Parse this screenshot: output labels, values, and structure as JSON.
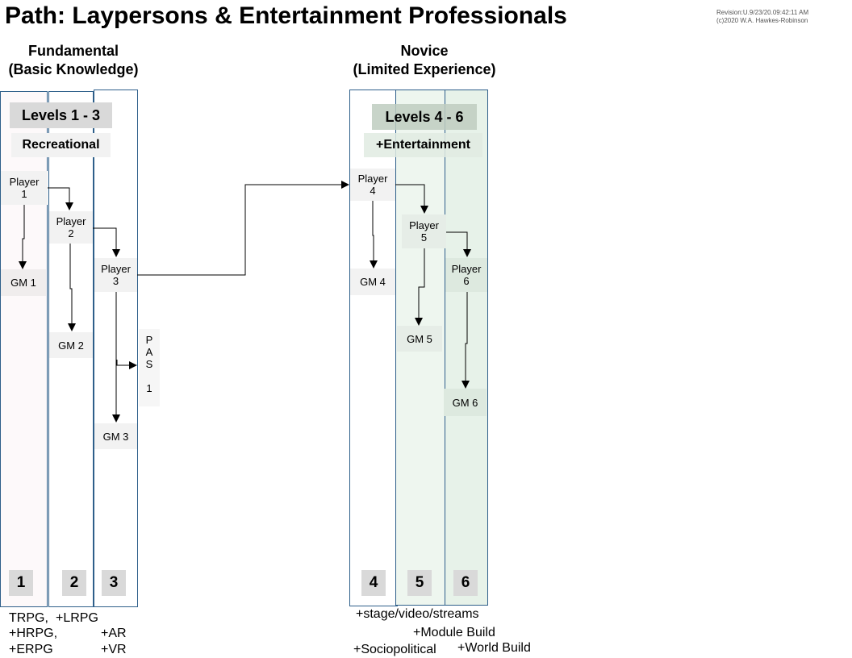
{
  "title": "Path: Laypersons & Entertainment Professionals",
  "revision": "Revision:U.9/23/20.09:42:11 AM",
  "copyright": "(c)2020 W.A. Hawkes-Robinson",
  "stages": {
    "fundamental": {
      "line1": "Fundamental",
      "line2": "(Basic Knowledge)"
    },
    "novice": {
      "line1": "Novice",
      "line2": "(Limited Experience)"
    }
  },
  "levels_1_3": {
    "label": "Levels 1 - 3",
    "tag": "Recreational"
  },
  "levels_4_6": {
    "label": "Levels 4 - 6",
    "tag": "+Entertainment"
  },
  "players": {
    "p1": {
      "line1": "Player",
      "line2": "1"
    },
    "p2": {
      "line1": "Player",
      "line2": "2"
    },
    "p3": {
      "line1": "Player",
      "line2": "3"
    },
    "p4": {
      "line1": "Player",
      "line2": "4"
    },
    "p5": {
      "line1": "Player",
      "line2": "5"
    },
    "p6": {
      "line1": "Player",
      "line2": "6"
    }
  },
  "gms": {
    "gm1": "GM 1",
    "gm2": "GM 2",
    "gm3": "GM 3",
    "gm4": "GM 4",
    "gm5": "GM 5",
    "gm6": "GM 6"
  },
  "pas": {
    "chars": [
      "P",
      "A",
      "S",
      "",
      "1"
    ]
  },
  "level_numbers": [
    "1",
    "2",
    "3",
    "4",
    "5",
    "6"
  ],
  "notes": {
    "trpg": "TRPG,",
    "lrpg": "+LRPG",
    "hrpg": "+HRPG,",
    "erpg": "+ERPG",
    "ar": "+AR",
    "vr": "+VR",
    "stage_video": "+stage/video/streams",
    "module_build": "+Module Build",
    "sociopolitical": "+Sociopolitical",
    "world_build": "+World Build"
  },
  "colors": {
    "column_border": "#2e5f8a",
    "col1_fill": "#fdf9fa",
    "green_fill": "#eef6ef",
    "green_fill_dark": "#e2efe4",
    "box_fill": "#f2f2f2",
    "label_fill": "#d9d9d9"
  }
}
